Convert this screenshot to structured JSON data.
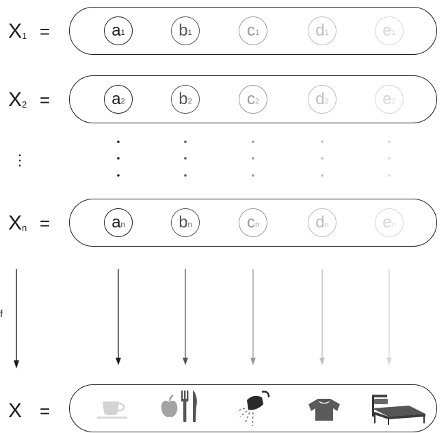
{
  "rows": [
    {
      "var": "X",
      "sub": "1",
      "items": [
        {
          "l": "a",
          "s": "1"
        },
        {
          "l": "b",
          "s": "1"
        },
        {
          "l": "c",
          "s": "1"
        },
        {
          "l": "d",
          "s": "1"
        },
        {
          "l": "e",
          "s": "1"
        }
      ]
    },
    {
      "var": "X",
      "sub": "2",
      "items": [
        {
          "l": "a",
          "s": "2"
        },
        {
          "l": "b",
          "s": "2"
        },
        {
          "l": "c",
          "s": "2"
        },
        {
          "l": "d",
          "s": "2"
        },
        {
          "l": "e",
          "s": "2"
        }
      ]
    },
    {
      "var": "X",
      "sub": "n",
      "items": [
        {
          "l": "a",
          "s": "n"
        },
        {
          "l": "b",
          "s": "n"
        },
        {
          "l": "c",
          "s": "n"
        },
        {
          "l": "d",
          "s": "n"
        },
        {
          "l": "e",
          "s": "n"
        }
      ]
    }
  ],
  "equals": "=",
  "ellipsis_left": "⋮",
  "f_label": "f",
  "result": {
    "var": "X",
    "equals": "=",
    "icons": [
      "coffee-cup-icon",
      "apple-fork-knife-icon",
      "shower-icon",
      "shirt-icon",
      "bed-icon"
    ]
  },
  "column_colors": [
    "#1f1f1f",
    "#555555",
    "#9a9a9a",
    "#bdbdbd",
    "#d6d6d6"
  ]
}
